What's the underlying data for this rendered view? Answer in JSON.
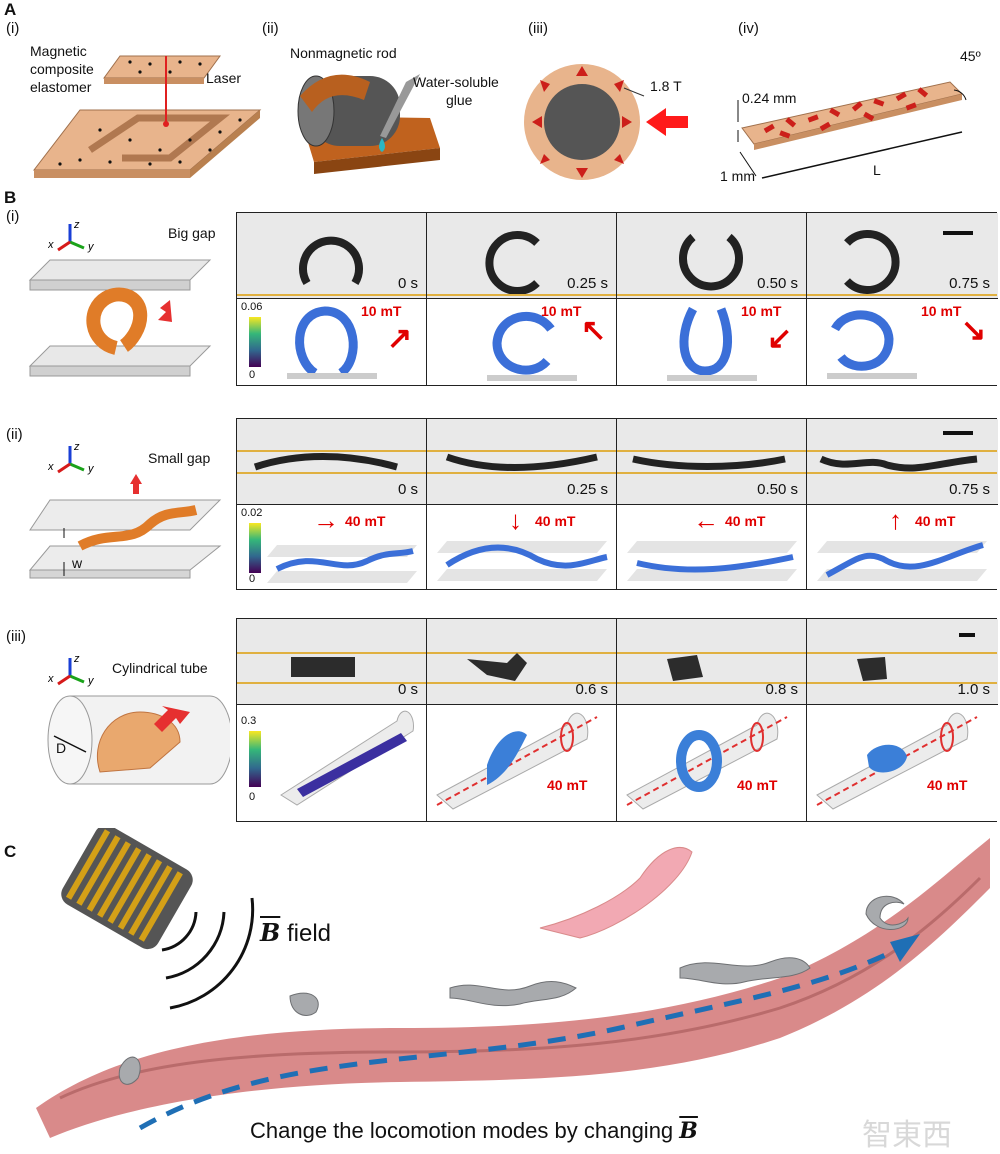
{
  "panel_a": {
    "letter": "A",
    "sub_i": "(i)",
    "sub_ii": "(ii)",
    "sub_iii": "(iii)",
    "sub_iv": "(iv)",
    "magnetic_label": [
      "Magnetic",
      "composite",
      "elastomer"
    ],
    "laser_label": "Laser",
    "rod_label": "Nonmagnetic rod",
    "glue_label": [
      "Water-soluble",
      "glue"
    ],
    "tesla_label": "1.8 T",
    "thickness_label": "0.24 mm",
    "width_label": "1 mm",
    "length_label": "L",
    "angle_label": "45º"
  },
  "panel_b": {
    "letter": "B",
    "axes": {
      "x": "x",
      "y": "y",
      "z": "z"
    },
    "rows": [
      {
        "sub": "(i)",
        "title": "Big gap",
        "side_label": "",
        "colorbar": {
          "max": "0.06",
          "min": "0"
        },
        "photo_times": [
          "0 s",
          "0.25 s",
          "0.50 s",
          "0.75 s"
        ],
        "field_labels": [
          "10 mT",
          "10 mT",
          "10 mT",
          "10 mT"
        ],
        "field_arrows": [
          "↗",
          "↖",
          "↙",
          "↘"
        ]
      },
      {
        "sub": "(ii)",
        "title": "Small gap",
        "side_label": "w",
        "colorbar": {
          "max": "0.02",
          "min": "0"
        },
        "photo_times": [
          "0 s",
          "0.25 s",
          "0.50 s",
          "0.75 s"
        ],
        "field_labels": [
          "40 mT",
          "40 mT",
          "40 mT",
          "40 mT"
        ],
        "field_arrows": [
          "→",
          "↓",
          "←",
          "↑"
        ]
      },
      {
        "sub": "(iii)",
        "title": "Cylindrical tube",
        "side_label": "D",
        "colorbar": {
          "max": "0.3",
          "min": "0"
        },
        "photo_times": [
          "0 s",
          "0.6 s",
          "0.8 s",
          "1.0 s"
        ],
        "field_labels": [
          "",
          "40 mT",
          "40 mT",
          "40 mT"
        ],
        "field_arrows": [
          "",
          "",
          "",
          ""
        ]
      }
    ]
  },
  "panel_c": {
    "letter": "C",
    "field_label": "field",
    "field_symbol": "B",
    "caption_prefix": "Change the locomotion modes by changing",
    "caption_symbol": "B",
    "watermark": "智東西"
  },
  "colors": {
    "elastomer": "#e8b48c",
    "arrow_red": "#cc1f1a",
    "vessel": "#d98a8a",
    "guide_line": "#e0b040",
    "path_blue": "#1f6fb5",
    "coil_gold": "#d4a017"
  }
}
